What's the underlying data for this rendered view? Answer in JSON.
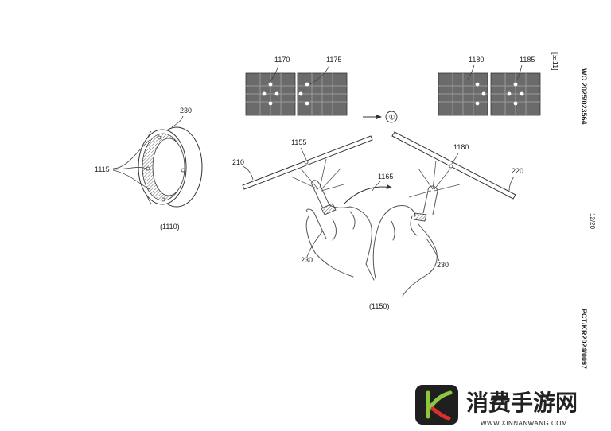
{
  "labels": {
    "ring_ref": "230",
    "ring_inner": "1115",
    "ring_caption": "(1110)",
    "panel_a": "1170",
    "panel_b": "1175",
    "panel_c": "1180",
    "panel_d": "1185",
    "step": "①",
    "left_bar_ref": "210",
    "left_point": "1155",
    "right_point": "1180",
    "right_bar_ref": "220",
    "motion_ref": "1165",
    "left_ring_ref": "230",
    "right_ring_ref": "230",
    "scene_caption": "(1150)"
  },
  "side": {
    "figure_no": "[도11]",
    "pub_no": "WO 2025/023564",
    "page_no": "12/20",
    "app_no": "PCT/KR2024/0097"
  },
  "watermark": {
    "title": "消费手游网",
    "url": "WWW.XINNANWANG.COM",
    "logo_letter": "K",
    "colors": {
      "logo_bg": "#1f1f1f",
      "logo_green": "#8dc63f",
      "logo_red": "#d9302c"
    }
  },
  "colors": {
    "panel_bg": "#6b6b6b",
    "panel_grid": "#9a9a9a",
    "line": "#333333"
  }
}
